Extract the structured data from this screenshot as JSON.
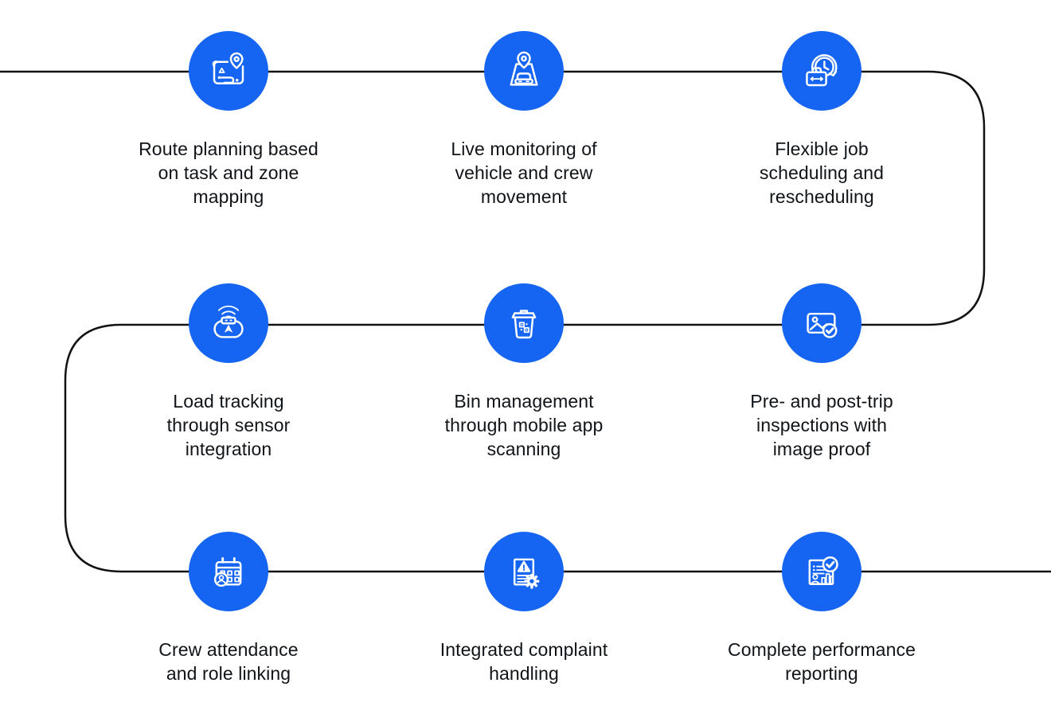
{
  "theme": {
    "accent_blue": "#1565F2",
    "connector_color": "#121212",
    "text_color": "#101418",
    "background": "#ffffff"
  },
  "features": [
    {
      "icon": "route-map-pin-icon",
      "label": [
        "Route planning based",
        "on task and zone",
        "mapping"
      ]
    },
    {
      "icon": "vehicle-map-pin-icon",
      "label": [
        "Live monitoring of",
        "vehicle and crew",
        "movement"
      ]
    },
    {
      "icon": "briefcase-clock-icon",
      "label": [
        "Flexible job",
        "scheduling and",
        "rescheduling"
      ]
    },
    {
      "icon": "sensor-signal-icon",
      "label": [
        "Load tracking",
        "through sensor",
        "integration"
      ]
    },
    {
      "icon": "bin-qr-code-icon",
      "label": [
        "Bin management",
        "through mobile app",
        "scanning"
      ]
    },
    {
      "icon": "image-check-icon",
      "label": [
        "Pre- and post-trip",
        "inspections with",
        "image proof"
      ]
    },
    {
      "icon": "calendar-person-icon",
      "label": [
        "Crew attendance",
        "and role linking"
      ]
    },
    {
      "icon": "complaint-doc-gear-icon",
      "label": [
        "Integrated complaint",
        "handling"
      ]
    },
    {
      "icon": "report-check-icon",
      "label": [
        "Complete performance",
        "reporting"
      ]
    }
  ]
}
